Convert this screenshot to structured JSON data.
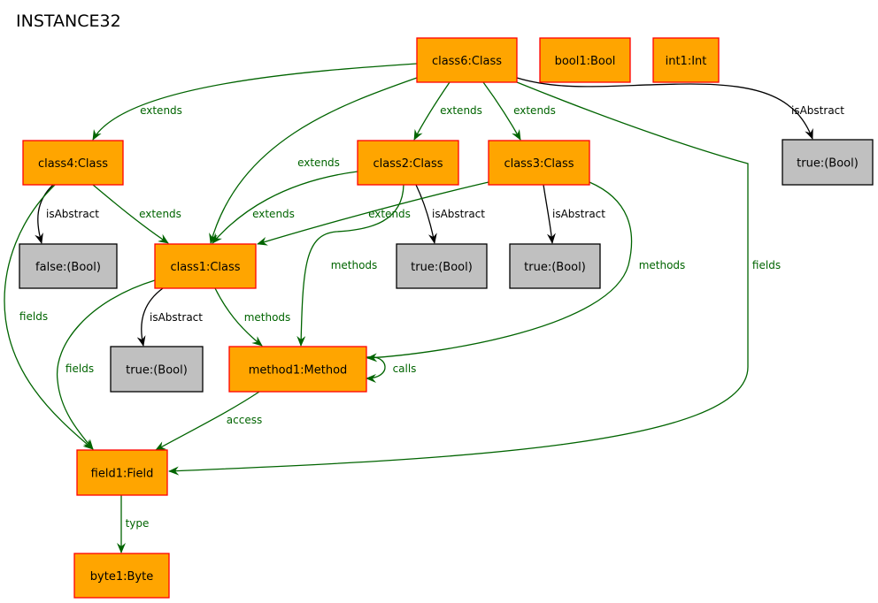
{
  "title": "INSTANCE32",
  "colors": {
    "object_fill": "#ffa500",
    "object_stroke": "#ff0000",
    "value_fill": "#c0c0c0",
    "value_stroke": "#000000",
    "relation_edge": "#006400",
    "attribute_edge": "#000000"
  },
  "nodes": [
    {
      "id": "class6",
      "label": "class6:Class",
      "kind": "object"
    },
    {
      "id": "bool1",
      "label": "bool1:Bool",
      "kind": "object"
    },
    {
      "id": "int1",
      "label": "int1:Int",
      "kind": "object"
    },
    {
      "id": "true_c6",
      "label": "true:(Bool)",
      "kind": "value"
    },
    {
      "id": "class4",
      "label": "class4:Class",
      "kind": "object"
    },
    {
      "id": "class2",
      "label": "class2:Class",
      "kind": "object"
    },
    {
      "id": "class3",
      "label": "class3:Class",
      "kind": "object"
    },
    {
      "id": "false_c4",
      "label": "false:(Bool)",
      "kind": "value"
    },
    {
      "id": "class1",
      "label": "class1:Class",
      "kind": "object"
    },
    {
      "id": "true_c2",
      "label": "true:(Bool)",
      "kind": "value"
    },
    {
      "id": "true_c3",
      "label": "true:(Bool)",
      "kind": "value"
    },
    {
      "id": "true_c1",
      "label": "true:(Bool)",
      "kind": "value"
    },
    {
      "id": "method1",
      "label": "method1:Method",
      "kind": "object"
    },
    {
      "id": "field1",
      "label": "field1:Field",
      "kind": "object"
    },
    {
      "id": "byte1",
      "label": "byte1:Byte",
      "kind": "object"
    }
  ],
  "edges": [
    {
      "id": "e1",
      "from": "class6",
      "to": "class4",
      "label": "extends",
      "kind": "relation"
    },
    {
      "id": "e2",
      "from": "class6",
      "to": "class2",
      "label": "extends",
      "kind": "relation"
    },
    {
      "id": "e3",
      "from": "class6",
      "to": "class3",
      "label": "extends",
      "kind": "relation"
    },
    {
      "id": "e4",
      "from": "class6",
      "to": "class1",
      "label": "extends",
      "kind": "relation"
    },
    {
      "id": "e5",
      "from": "class6",
      "to": "true_c6",
      "label": "isAbstract",
      "kind": "attribute"
    },
    {
      "id": "e6",
      "from": "class6",
      "to": "field1",
      "label": "fields",
      "kind": "relation"
    },
    {
      "id": "e7",
      "from": "class4",
      "to": "false_c4",
      "label": "isAbstract",
      "kind": "attribute"
    },
    {
      "id": "e8",
      "from": "class4",
      "to": "class1",
      "label": "extends",
      "kind": "relation"
    },
    {
      "id": "e9",
      "from": "class4",
      "to": "field1",
      "label": "fields",
      "kind": "relation"
    },
    {
      "id": "e10",
      "from": "class2",
      "to": "class1",
      "label": "extends",
      "kind": "relation"
    },
    {
      "id": "e11",
      "from": "class2",
      "to": "true_c2",
      "label": "isAbstract",
      "kind": "attribute"
    },
    {
      "id": "e12",
      "from": "class2",
      "to": "method1",
      "label": "methods",
      "kind": "relation"
    },
    {
      "id": "e13",
      "from": "class3",
      "to": "class1",
      "label": "extends",
      "kind": "relation"
    },
    {
      "id": "e14",
      "from": "class3",
      "to": "true_c3",
      "label": "isAbstract",
      "kind": "attribute"
    },
    {
      "id": "e15",
      "from": "class3",
      "to": "method1",
      "label": "methods",
      "kind": "relation"
    },
    {
      "id": "e16",
      "from": "class1",
      "to": "true_c1",
      "label": "isAbstract",
      "kind": "attribute"
    },
    {
      "id": "e17",
      "from": "class1",
      "to": "method1",
      "label": "methods",
      "kind": "relation"
    },
    {
      "id": "e18",
      "from": "class1",
      "to": "field1",
      "label": "fields",
      "kind": "relation"
    },
    {
      "id": "e19",
      "from": "method1",
      "to": "method1",
      "label": "calls",
      "kind": "relation"
    },
    {
      "id": "e20",
      "from": "method1",
      "to": "field1",
      "label": "access",
      "kind": "relation"
    },
    {
      "id": "e21",
      "from": "field1",
      "to": "byte1",
      "label": "type",
      "kind": "relation"
    }
  ]
}
